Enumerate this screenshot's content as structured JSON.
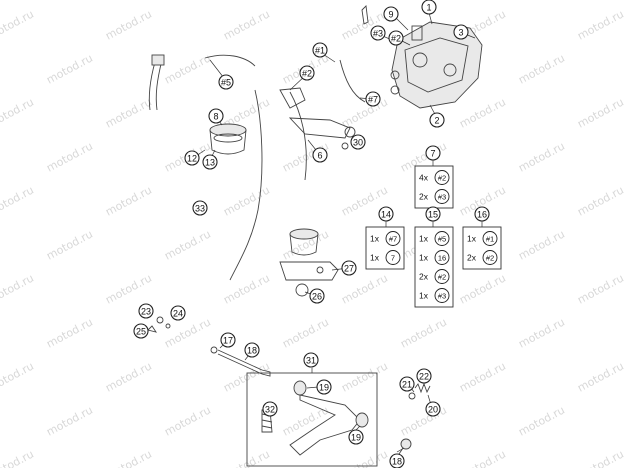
{
  "watermark": "motod.ru",
  "callouts": [
    "1",
    "2",
    "3",
    "9",
    "#2",
    "#3",
    "#1",
    "#2",
    "#5",
    "#7",
    "8",
    "6",
    "30",
    "12",
    "13",
    "33",
    "27",
    "26",
    "23",
    "24",
    "25",
    "17",
    "18",
    "31",
    "19",
    "32",
    "19",
    "21",
    "22",
    "20",
    "18",
    "7",
    "14",
    "15",
    "16"
  ],
  "kits": [
    {
      "label": "7",
      "rows": [
        {
          "qty": "4x",
          "ref": "#2"
        },
        {
          "qty": "2x",
          "ref": "#3"
        }
      ]
    },
    {
      "label": "14",
      "rows": [
        {
          "qty": "1x",
          "ref": "#7"
        },
        {
          "qty": "1x",
          "ref": "7"
        }
      ]
    },
    {
      "label": "15",
      "rows": [
        {
          "qty": "1x",
          "ref": "#5"
        },
        {
          "qty": "1x",
          "ref": "16"
        },
        {
          "qty": "2x",
          "ref": "#2"
        },
        {
          "qty": "1x",
          "ref": "#3"
        }
      ]
    },
    {
      "label": "16",
      "rows": [
        {
          "qty": "1x",
          "ref": "#1"
        },
        {
          "qty": "2x",
          "ref": "#2"
        }
      ]
    }
  ]
}
